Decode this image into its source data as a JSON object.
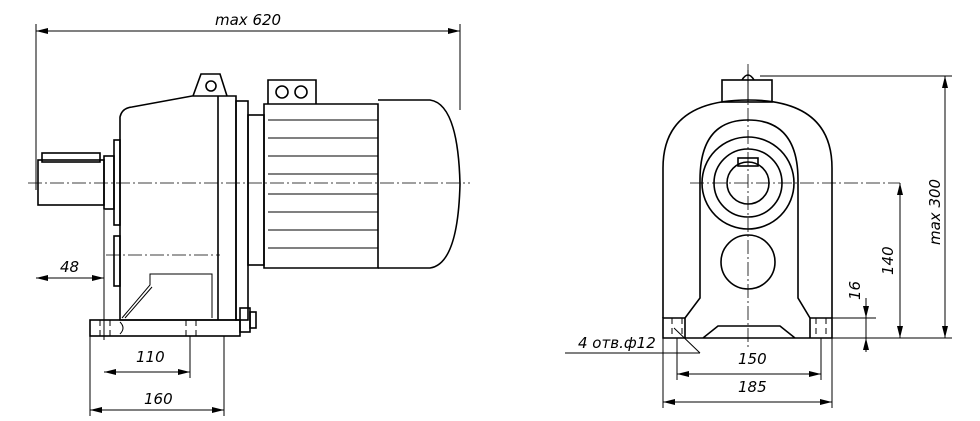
{
  "dimensions": {
    "overall_length": "max 620",
    "shaft_offset": "48",
    "foot_hole_spacing": "110",
    "foot_length": "160",
    "total_height": "max 300",
    "axis_height": "140",
    "foot_thickness": "16",
    "holes_note": "4 отв.ф12",
    "foot_hole_spacing_width": "150",
    "foot_width": "185"
  }
}
